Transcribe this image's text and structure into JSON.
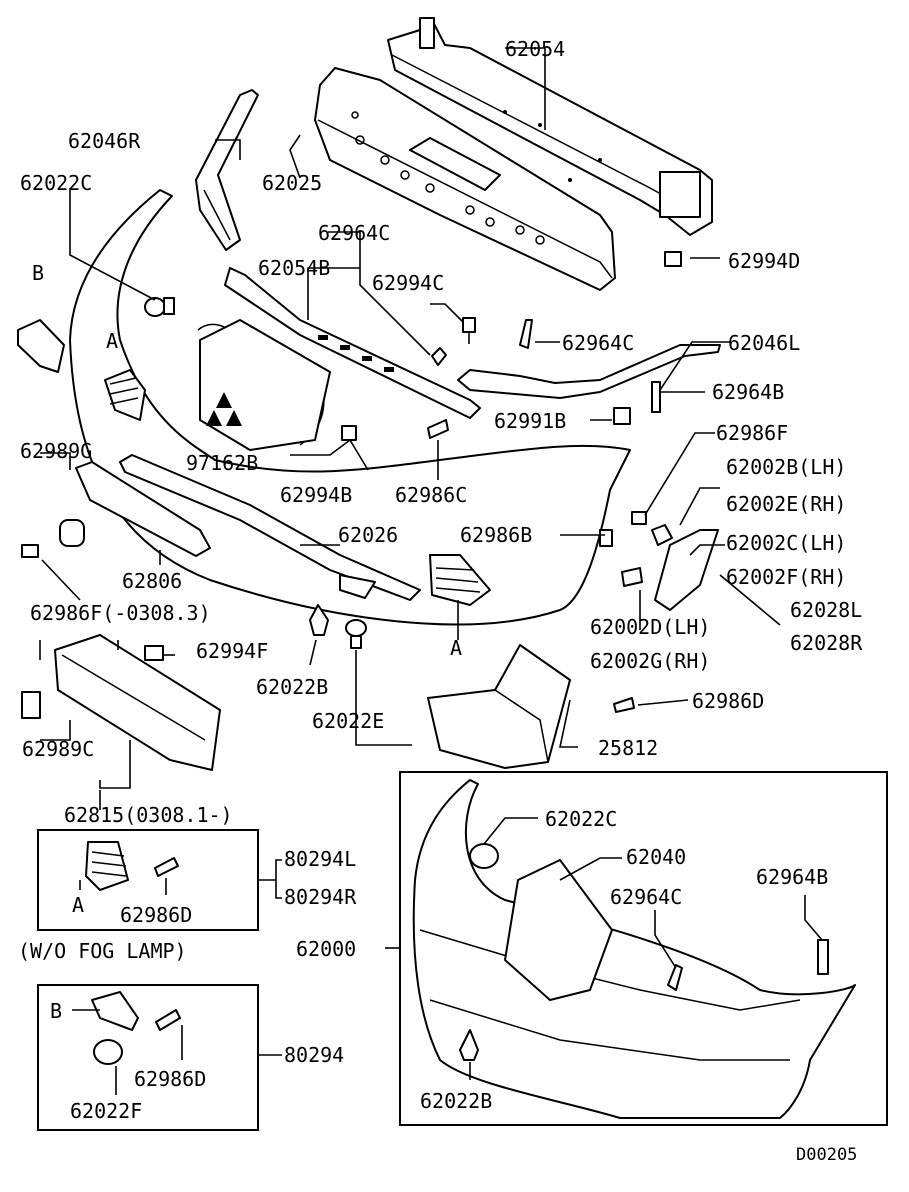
{
  "diagram": {
    "part_labels": {
      "p62054": "62054",
      "p62046R": "62046R",
      "p62025": "62025",
      "p62022C_top": "62022C",
      "p62964C_a": "62964C",
      "p62054B": "62054B",
      "p62994C": "62994C",
      "p62994D": "62994D",
      "p62964C_b": "62964C",
      "p62046L": "62046L",
      "p62964B_top": "62964B",
      "p62991B": "62991B",
      "p62986F_right": "62986F",
      "p62002B": "62002B(LH)",
      "p62002E": "62002E(RH)",
      "p62002C": "62002C(LH)",
      "p62002F": "62002F(RH)",
      "p62028L": "62028L",
      "p62028R": "62028R",
      "p62002D": "62002D(LH)",
      "p62002G": "62002G(RH)",
      "p62986B": "62986B",
      "p62989G": "62989G",
      "p97162B": "97162B",
      "p62994B": "62994B",
      "p62986C": "62986C",
      "p62026": "62026",
      "p62806": "62806",
      "p62986F_left": "62986F(-0308.3)",
      "p62994F": "62994F",
      "p62022B_mid": "62022B",
      "p62022E": "62022E",
      "p62986D_mid": "62986D",
      "p25812": "25812",
      "p62989C": "62989C",
      "p62815": "62815(0308.1-)",
      "p80294L": "80294L",
      "p80294R": "80294R",
      "p62986D_box1": "62986D",
      "p62000": "62000",
      "p62022C_box": "62022C",
      "p62040": "62040",
      "p62964C_box": "62964C",
      "p62964B_box": "62964B",
      "p62022B_box": "62022B",
      "p80294": "80294",
      "p62986D_box2": "62986D",
      "p62022F": "62022F",
      "callout_B_top": "B",
      "callout_A_left": "A",
      "callout_A_right": "A",
      "callout_A_box": "A",
      "callout_B_box": "B"
    },
    "note_wo_fog": "(W/O FOG LAMP)",
    "diagram_code": "D00205"
  }
}
